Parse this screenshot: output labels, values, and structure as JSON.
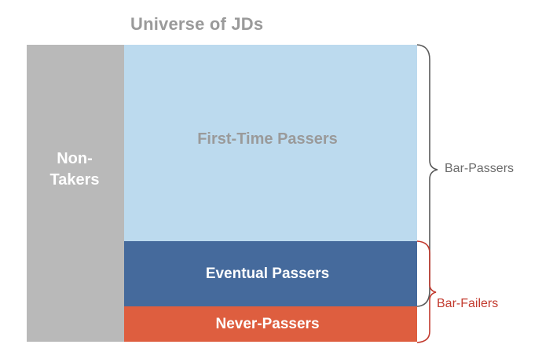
{
  "title": "Universe of JDs",
  "blocks": {
    "non_takers": "Non-\nTakers",
    "first_time": "First-Time Passers",
    "eventual": "Eventual Passers",
    "never": "Never-Passers"
  },
  "braces": {
    "bar_passers": "Bar-Passers",
    "bar_failers": "Bar-Failers"
  },
  "colors": {
    "non_takers": "#b9b9b9",
    "first_time": "#bcdaee",
    "eventual": "#456a9c",
    "never": "#de5e3f",
    "bar_passers_brace": "#5a5a5a",
    "bar_failers_brace": "#c23a2e"
  }
}
